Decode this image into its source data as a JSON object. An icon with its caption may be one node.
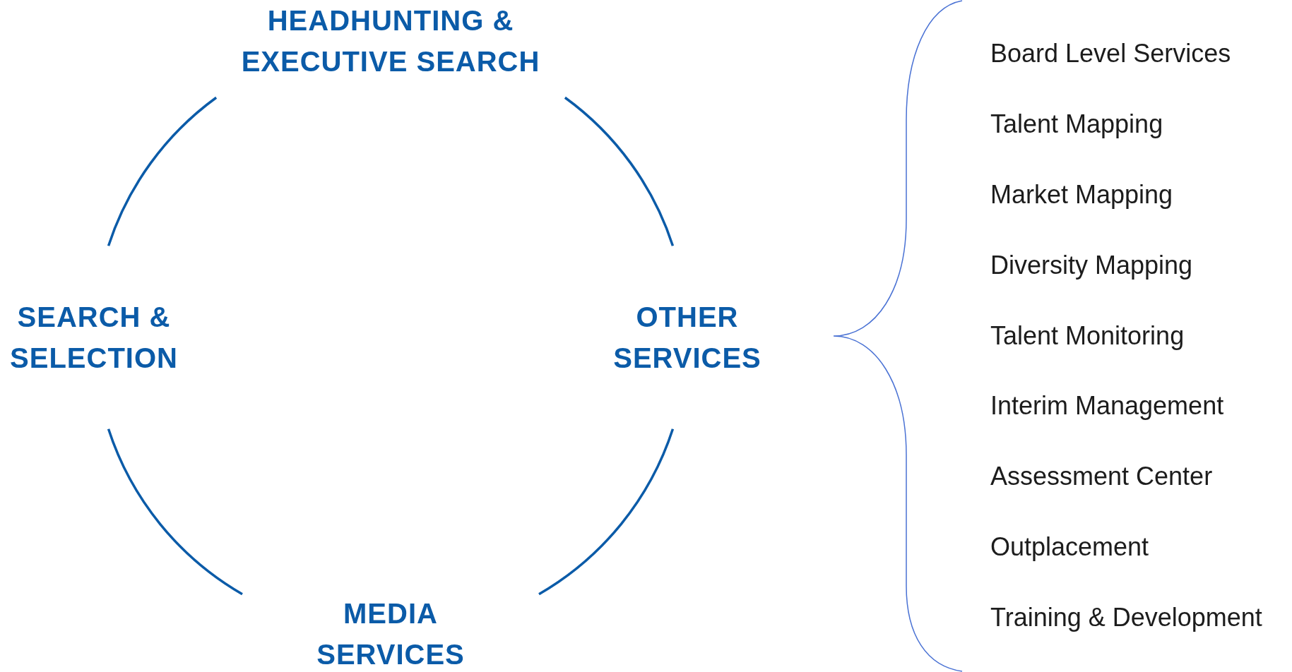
{
  "diagram": {
    "nodes": [
      {
        "text": [
          "HEADHUNTING & EXECUTIVE SEARCH"
        ]
      },
      {
        "text": [
          "SEARCH & SELECTION"
        ]
      },
      {
        "text": [
          "OTHER SERVICES"
        ]
      },
      {
        "text": [
          "MEDIA SERVICES"
        ]
      }
    ],
    "edges": [
      {
        "from": 0,
        "to": 2,
        "arrow": "none"
      },
      {
        "from": 2,
        "to": 3,
        "arrow": "none"
      },
      {
        "from": 3,
        "to": 1,
        "arrow": "none"
      },
      {
        "from": 1,
        "to": 0,
        "arrow": "none"
      }
    ],
    "labels": [
      "Board Level Services",
      "Talent Mapping",
      "Market Mapping",
      "Diversity Mapping",
      "Talent Monitoring",
      "Interim Management",
      "Assessment Center",
      "Outplacement",
      "Training & Development"
    ]
  }
}
